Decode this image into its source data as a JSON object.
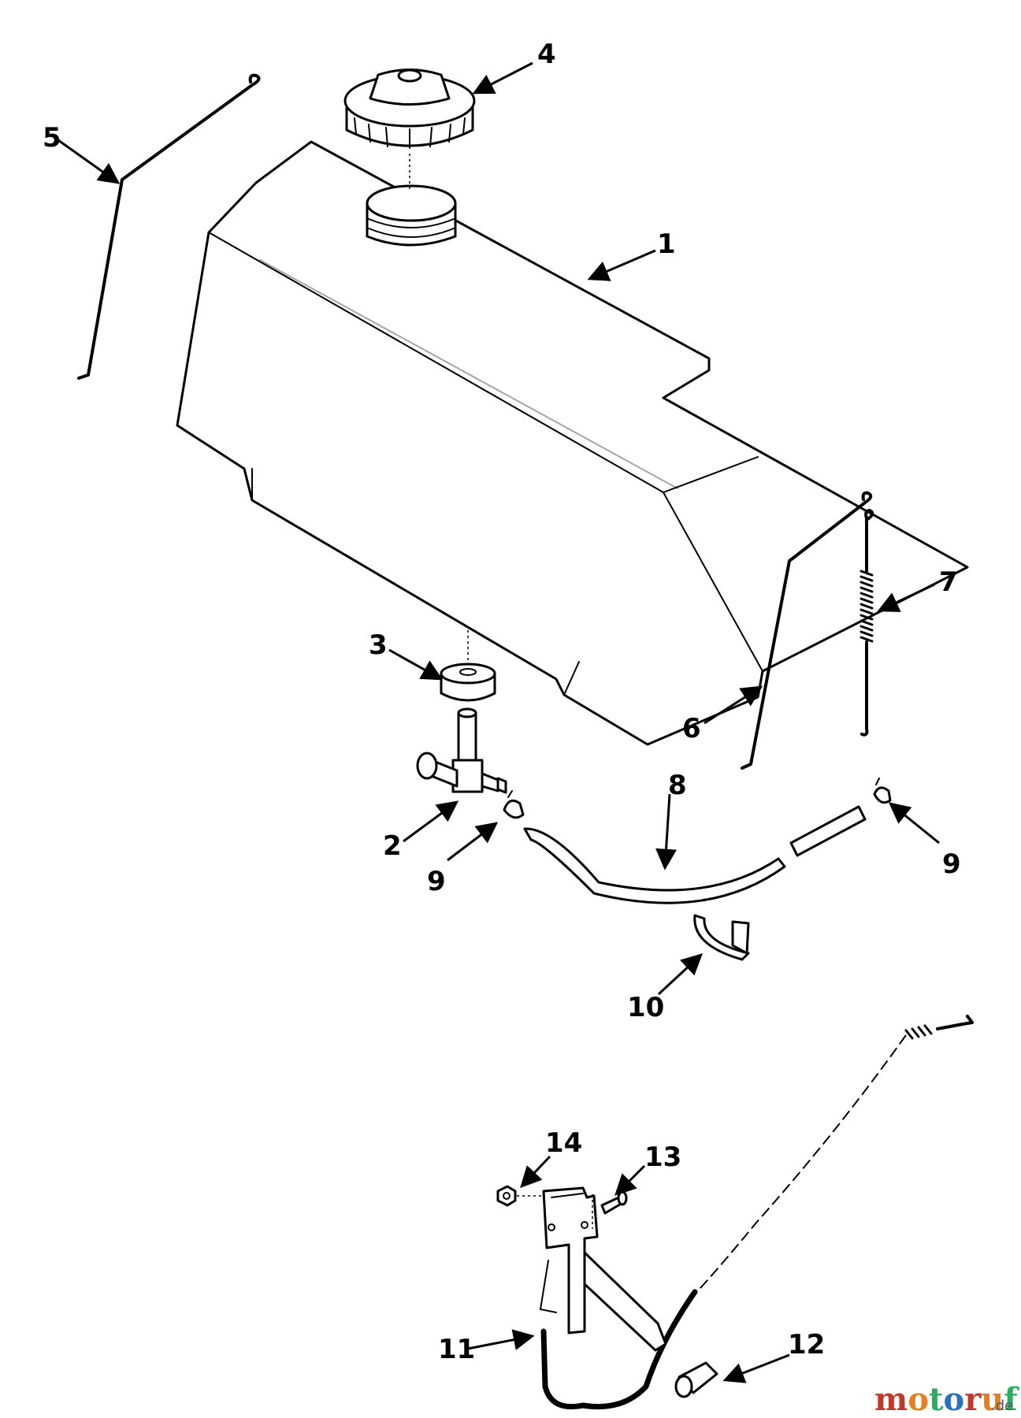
{
  "callouts": {
    "c1": "1",
    "c2": "2",
    "c3": "3",
    "c4": "4",
    "c5": "5",
    "c6": "6",
    "c7": "7",
    "c8": "8",
    "c9a": "9",
    "c9b": "9",
    "c10": "10",
    "c11": "11",
    "c12": "12",
    "c13": "13",
    "c14": "14"
  },
  "watermark": {
    "brand": "motoruf",
    "tld": ".de",
    "brand_colors": [
      "#c0392b",
      "#e67e22",
      "#27ae60",
      "#2c6fbf"
    ]
  }
}
